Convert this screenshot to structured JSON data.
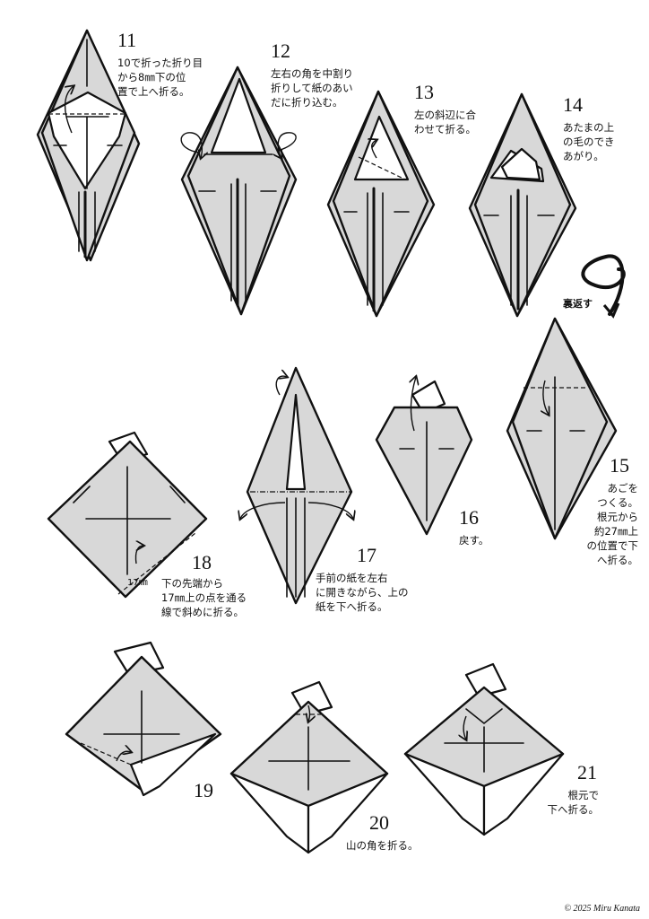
{
  "steps": [
    {
      "num": "11",
      "text": "10で折った折り目\nから8㎜下の位\n置で上へ折る。"
    },
    {
      "num": "12",
      "text": "左右の角を中割り\n折りして紙のあい\nだに折り込む。"
    },
    {
      "num": "13",
      "text": "左の斜辺に合\nわせて折る。"
    },
    {
      "num": "14",
      "text": "あたまの上\nの毛のでき\nあがり。"
    },
    {
      "num": "15",
      "text": "あごを\nつくる。\n根元から\n約27㎜上\nの位置で下\nへ折る。"
    },
    {
      "num": "16",
      "text": "戻す。"
    },
    {
      "num": "17",
      "text": "手前の紙を左右\nに開きながら、上の\n紙を下へ折る。"
    },
    {
      "num": "18",
      "text": "下の先端から\n17㎜上の点を通る\n線で斜めに折る。"
    },
    {
      "num": "19",
      "text": ""
    },
    {
      "num": "20",
      "text": "山の角を折る。"
    },
    {
      "num": "21",
      "text": "根元で\n下へ折る。"
    }
  ],
  "flip_label": "裏返す",
  "measure_label": "17㎜",
  "copyright": "© 2025 Miru Kanata",
  "icons": [
    "flip-over-icon",
    "fold-arrow-icon"
  ]
}
